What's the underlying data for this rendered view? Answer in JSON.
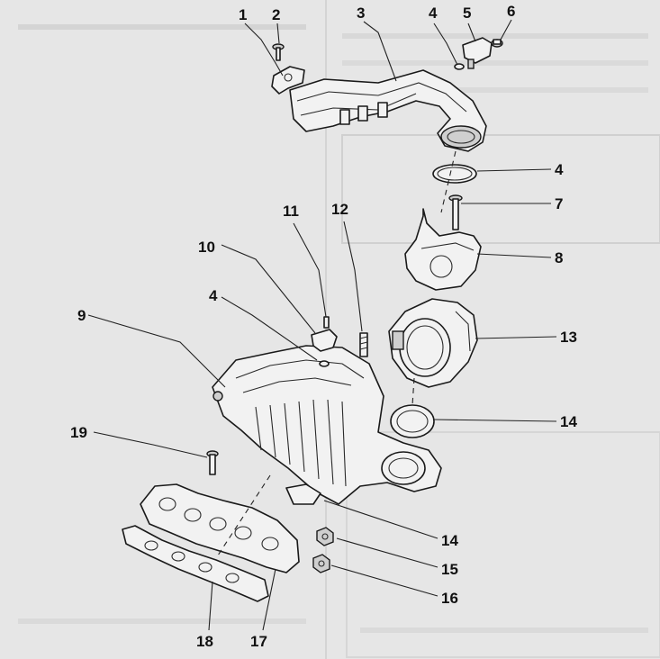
{
  "callouts": [
    {
      "id": "1",
      "label": "1",
      "part": "bracket"
    },
    {
      "id": "2",
      "label": "2",
      "part": "bolt"
    },
    {
      "id": "3",
      "label": "3",
      "part": "air-intake-pipe"
    },
    {
      "id": "4a",
      "label": "4",
      "part": "o-ring-seal"
    },
    {
      "id": "5",
      "label": "5",
      "part": "sensor"
    },
    {
      "id": "6",
      "label": "6",
      "part": "bolt"
    },
    {
      "id": "4b",
      "label": "4",
      "part": "o-ring-seal"
    },
    {
      "id": "7",
      "label": "7",
      "part": "bolt"
    },
    {
      "id": "8",
      "label": "8",
      "part": "cover"
    },
    {
      "id": "11",
      "label": "11",
      "part": "bolt"
    },
    {
      "id": "12",
      "label": "12",
      "part": "stud"
    },
    {
      "id": "10",
      "label": "10",
      "part": "sensor"
    },
    {
      "id": "4c",
      "label": "4",
      "part": "o-ring-seal"
    },
    {
      "id": "9",
      "label": "9",
      "part": "intake-manifold-upper"
    },
    {
      "id": "13",
      "label": "13",
      "part": "throttle-body"
    },
    {
      "id": "14a",
      "label": "14",
      "part": "gasket"
    },
    {
      "id": "19",
      "label": "19",
      "part": "bolt"
    },
    {
      "id": "14b",
      "label": "14",
      "part": "gasket"
    },
    {
      "id": "15",
      "label": "15",
      "part": "nut"
    },
    {
      "id": "16",
      "label": "16",
      "part": "nut"
    },
    {
      "id": "18",
      "label": "18",
      "part": "gasket"
    },
    {
      "id": "17",
      "label": "17",
      "part": "intake-manifold-lower"
    }
  ]
}
